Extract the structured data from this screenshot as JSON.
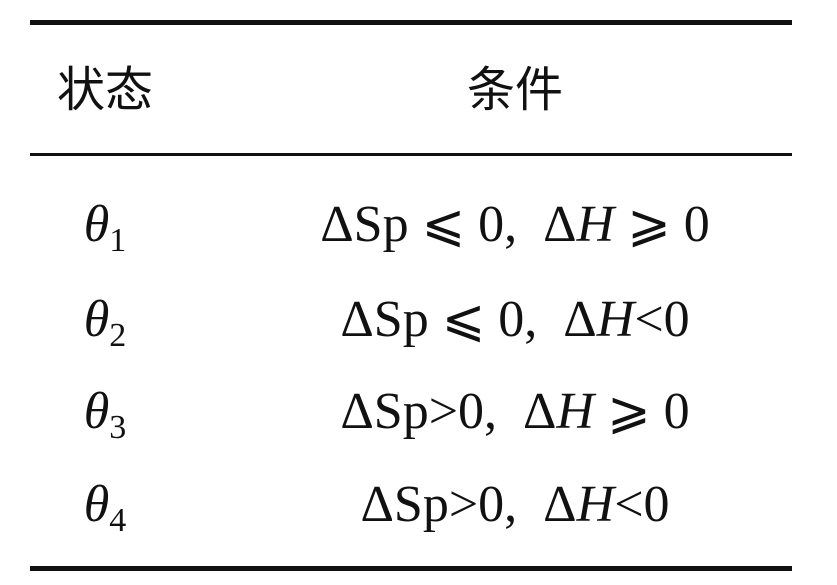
{
  "table": {
    "headers": [
      "状态",
      "条件"
    ],
    "rows": [
      {
        "state_symbol": "θ",
        "state_index": "1",
        "cond_sp": "ΔSp ⩽ 0,",
        "cond_h_delta": "Δ",
        "cond_h_var": "H",
        "cond_h_rel": " ⩾ 0"
      },
      {
        "state_symbol": "θ",
        "state_index": "2",
        "cond_sp": "ΔSp ⩽ 0,",
        "cond_h_delta": "Δ",
        "cond_h_var": "H",
        "cond_h_rel": "<0"
      },
      {
        "state_symbol": "θ",
        "state_index": "3",
        "cond_sp": "ΔSp>0,",
        "cond_h_delta": "Δ",
        "cond_h_var": "H",
        "cond_h_rel": " ⩾ 0"
      },
      {
        "state_symbol": "θ",
        "state_index": "4",
        "cond_sp": "ΔSp>0,",
        "cond_h_delta": "Δ",
        "cond_h_var": "H",
        "cond_h_rel": "<0"
      }
    ]
  }
}
